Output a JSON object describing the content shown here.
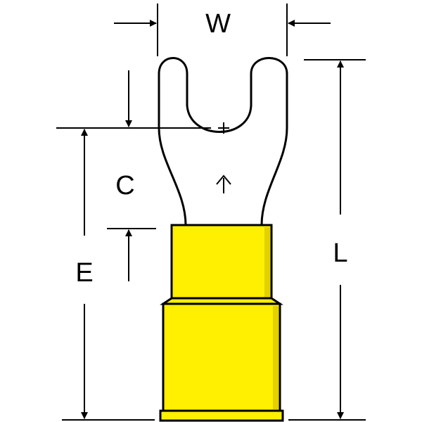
{
  "diagram": {
    "labels": {
      "w": "W",
      "c": "C",
      "e": "E",
      "l": "L"
    },
    "colors": {
      "insulation": "#ffef00",
      "insulation_shadow": "#d8c400",
      "metal": "#ffffff",
      "line": "#000000"
    }
  }
}
